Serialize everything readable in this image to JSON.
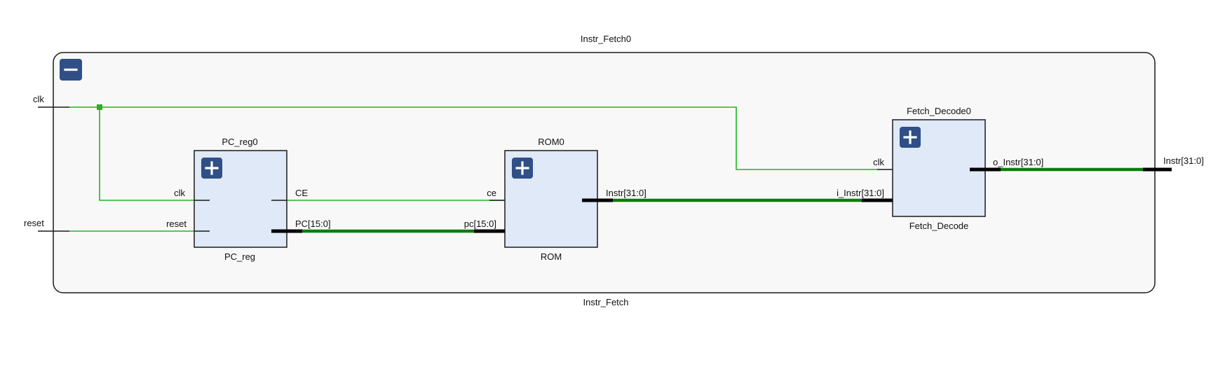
{
  "diagram": {
    "outer_instance": "Instr_Fetch0",
    "outer_module": "Instr_Fetch",
    "collapse_icon": "minus-icon",
    "expand_icon": "plus-icon",
    "colors": {
      "wire": "#22b422",
      "bus": "#0b7d0b",
      "block_fill": "#dfe9f7",
      "button": "#2f4f86"
    },
    "ports": {
      "clk": "clk",
      "reset": "reset",
      "instr_out": "Instr[31:0]"
    },
    "pc_reg": {
      "instance": "PC_reg0",
      "module": "PC_reg",
      "clk": "clk",
      "reset": "reset",
      "ce": "CE",
      "pc": "PC[15:0]"
    },
    "rom": {
      "instance": "ROM0",
      "module": "ROM",
      "ce": "ce",
      "pc": "pc[15:0]",
      "instr": "Instr[31:0]"
    },
    "fetch_decode": {
      "instance": "Fetch_Decode0",
      "module": "Fetch_Decode",
      "clk": "clk",
      "i_instr": "i_Instr[31:0]",
      "o_instr": "o_Instr[31:0]"
    }
  }
}
